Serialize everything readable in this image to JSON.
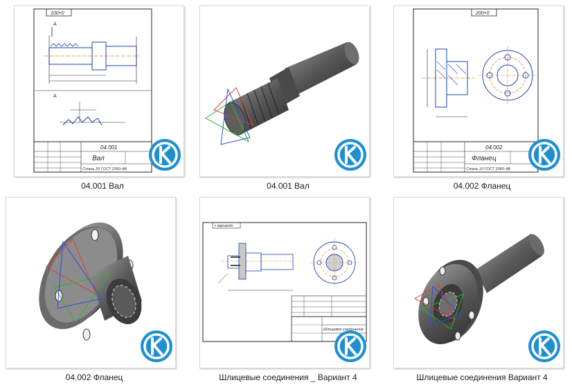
{
  "files": [
    {
      "name": "04.001 Вал",
      "kind": "drawing",
      "stamp_number": "04.001",
      "stamp_title": "Вал",
      "top_tag": "100+0",
      "material": "Сталь 20 ГОСТ 1050–88"
    },
    {
      "name": "04.001 Вал",
      "kind": "model",
      "icon": "shaft-3d-icon"
    },
    {
      "name": "04.002 Фланец",
      "kind": "drawing",
      "stamp_number": "04.002",
      "stamp_title": "Фланец",
      "top_tag": "200+0",
      "material": "Сталь 10 ГОСТ 1050–88"
    },
    {
      "name": "04.002 Фланец",
      "kind": "model",
      "icon": "flange-3d-icon"
    },
    {
      "name": "Шлицевые соединения _ Вариант 4",
      "kind": "drawing",
      "stamp_title": "Шлицевое соединение",
      "top_tag": "+ вариант"
    },
    {
      "name": "Шлицевые соединения Вариант 4",
      "kind": "model",
      "icon": "assembly-3d-icon"
    }
  ],
  "badge": {
    "icon": "kompas-logo-icon",
    "color": "#1f8fd0"
  }
}
